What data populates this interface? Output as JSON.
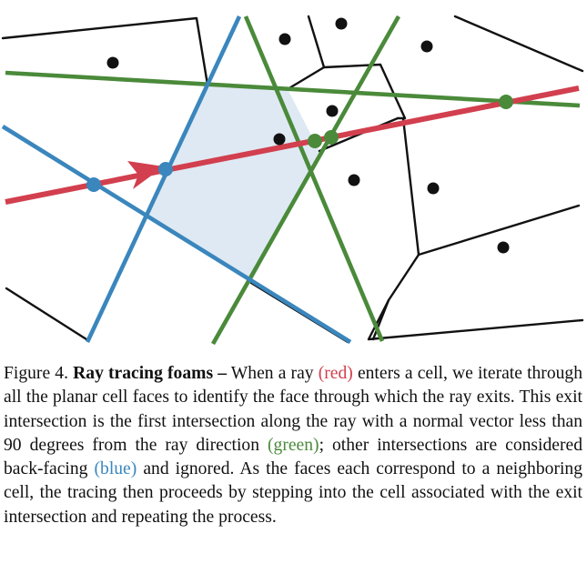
{
  "colors": {
    "ray_red": "#d23f4e",
    "exit_green": "#4a8a3a",
    "backface_blue": "#3a86bd",
    "cell_fill": "#dfe9f3",
    "edge_black": "#111111"
  },
  "icons": {
    "ray_arrow": "arrowhead-icon",
    "seed_point": "dot-icon"
  },
  "caption": {
    "label": "Figure 4.",
    "title": "Ray tracing foams –",
    "seg1": "When a ray",
    "red": "(red)",
    "seg2": "enters a cell, we iterate through all the planar cell faces to identify the face through which the ray exits.  This exit intersection is the first intersection along the ray with a normal vector less than 90 degrees from the ray direction",
    "green": "(green)",
    "seg3": "; other intersections are considered back-facing",
    "blue": "(blue)",
    "seg4": "and ignored. As the faces each correspond to a neighboring cell, the tracing then proceeds by stepping into the cell associated with the exit intersection and repeating the process."
  }
}
